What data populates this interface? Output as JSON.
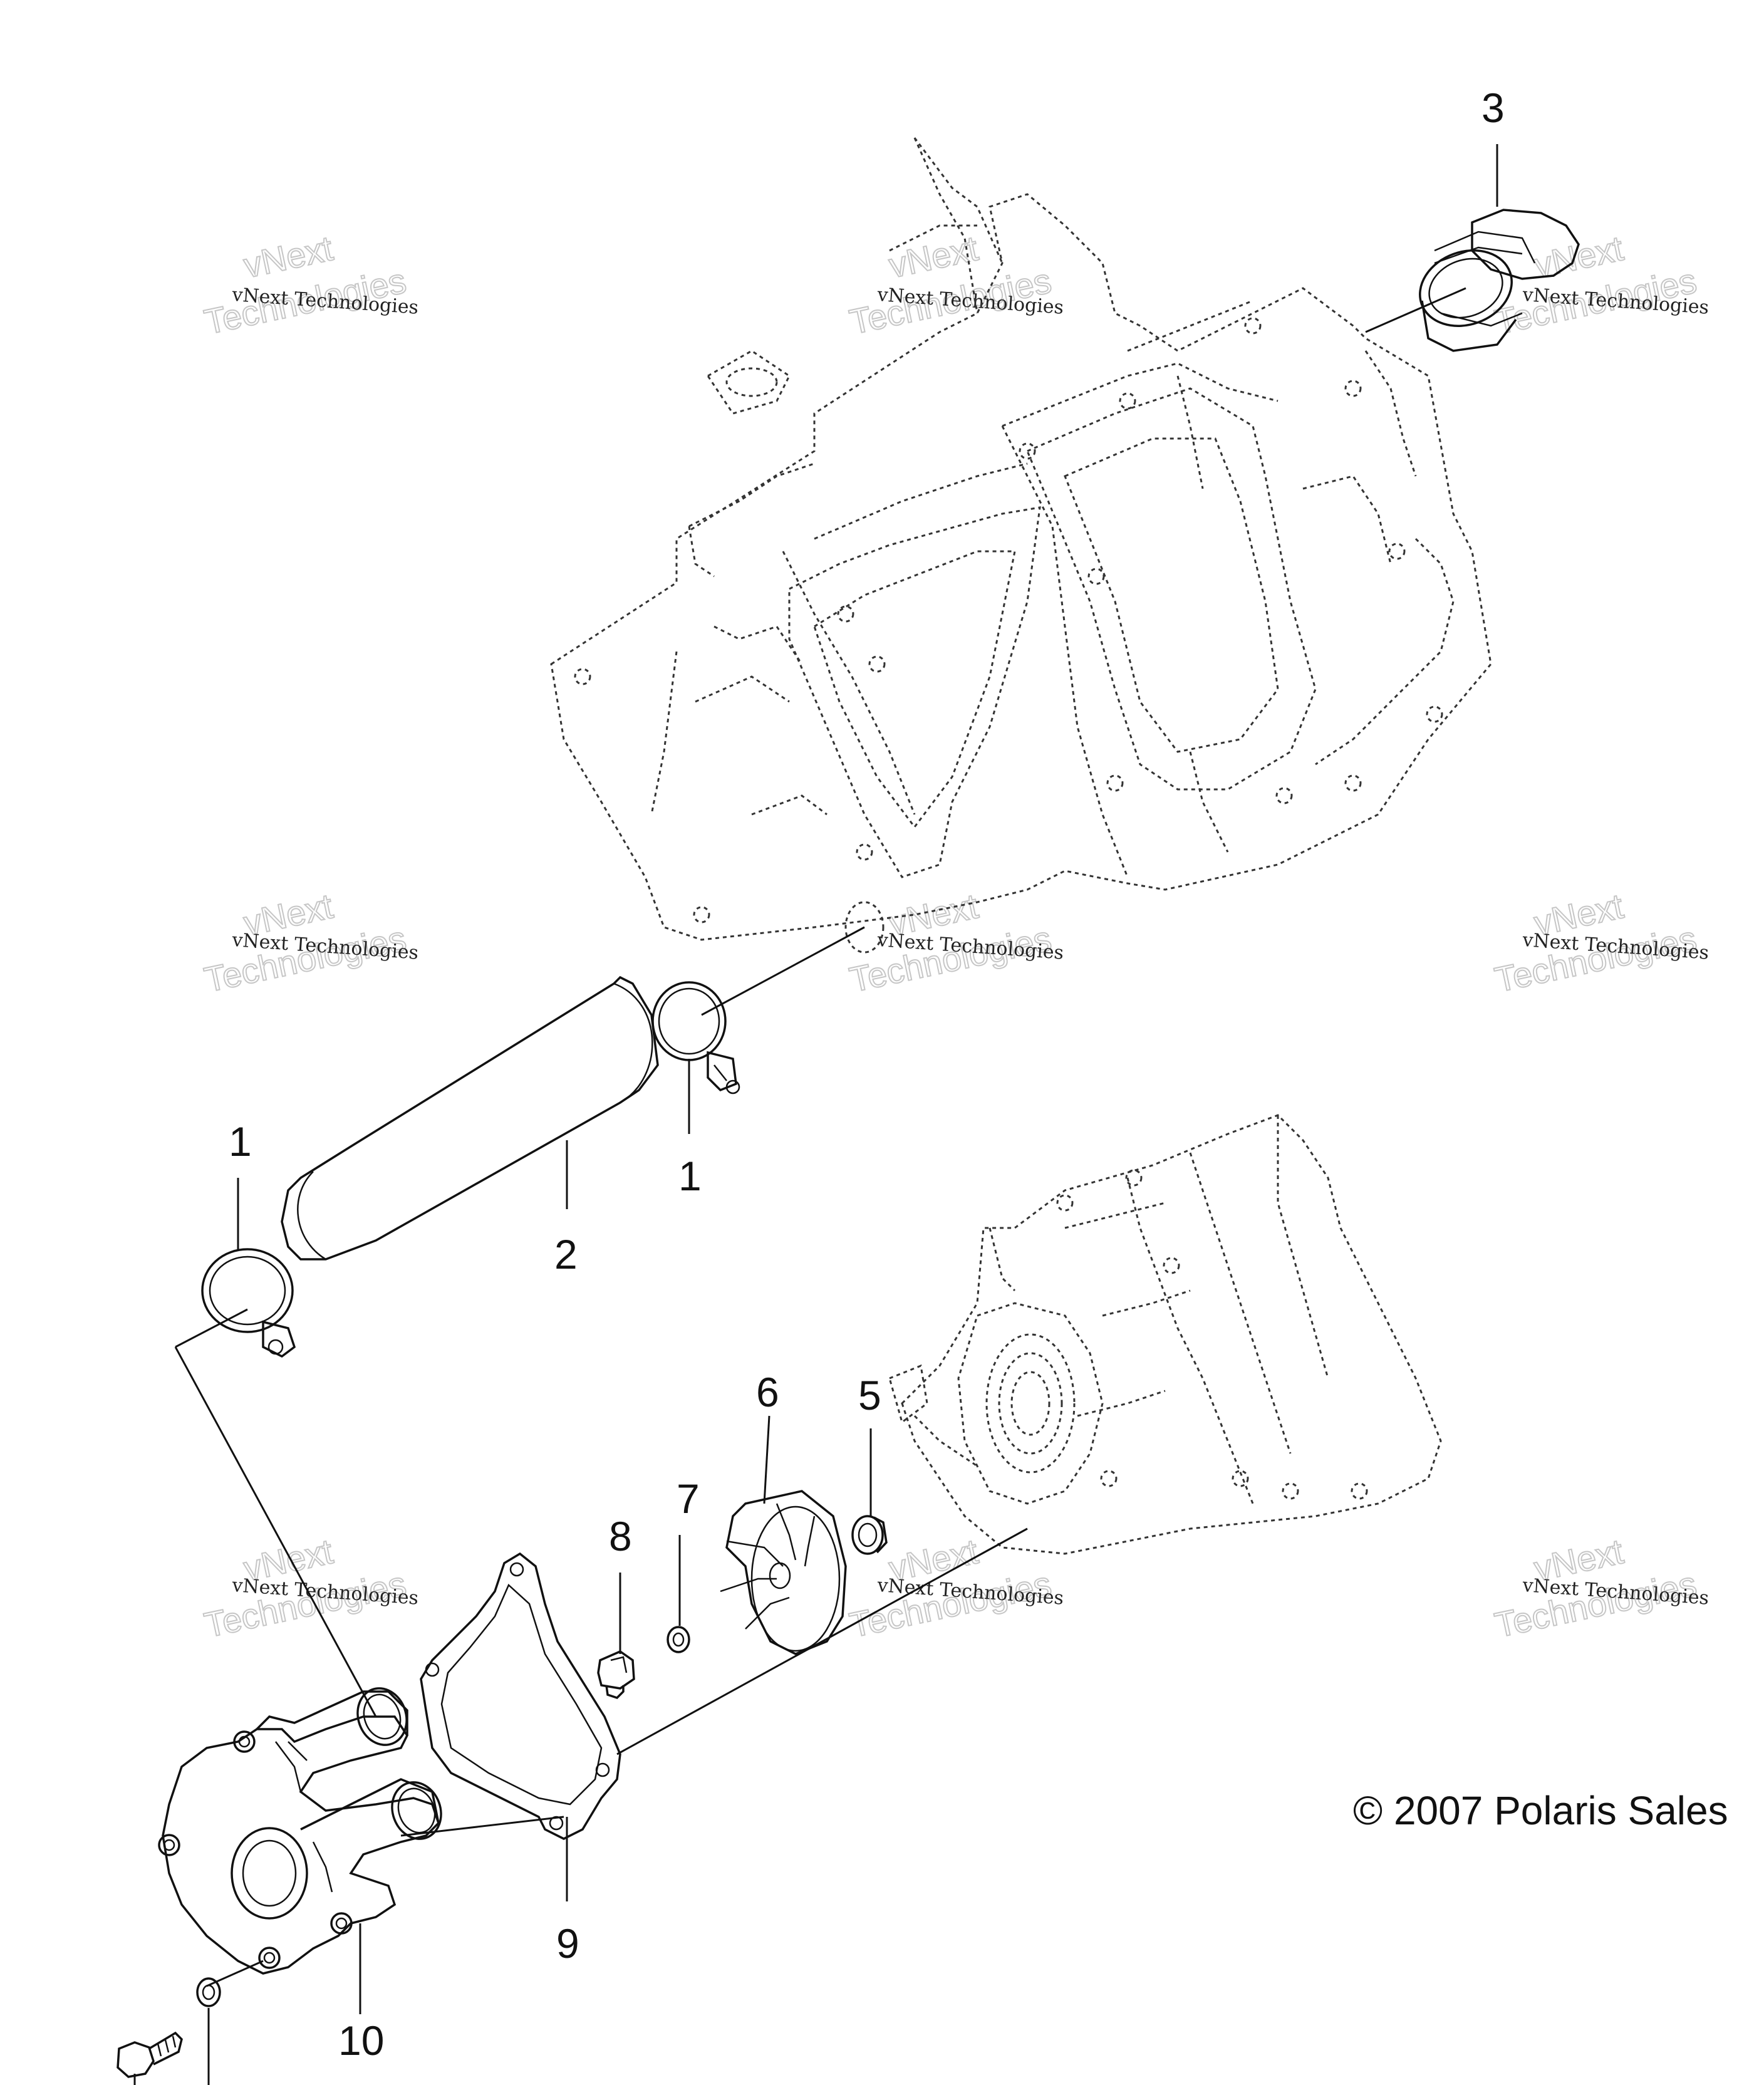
{
  "callouts": {
    "c1a": "1",
    "c1b": "1",
    "c2": "2",
    "c3": "3",
    "c5": "5",
    "c6": "6",
    "c7": "7",
    "c8": "8",
    "c9": "9",
    "c10": "10"
  },
  "copyright": "© 2007 Polaris Sales",
  "watermark": {
    "line1": "vNext",
    "line2": "vNext Technologies",
    "line3": "Technologies"
  }
}
